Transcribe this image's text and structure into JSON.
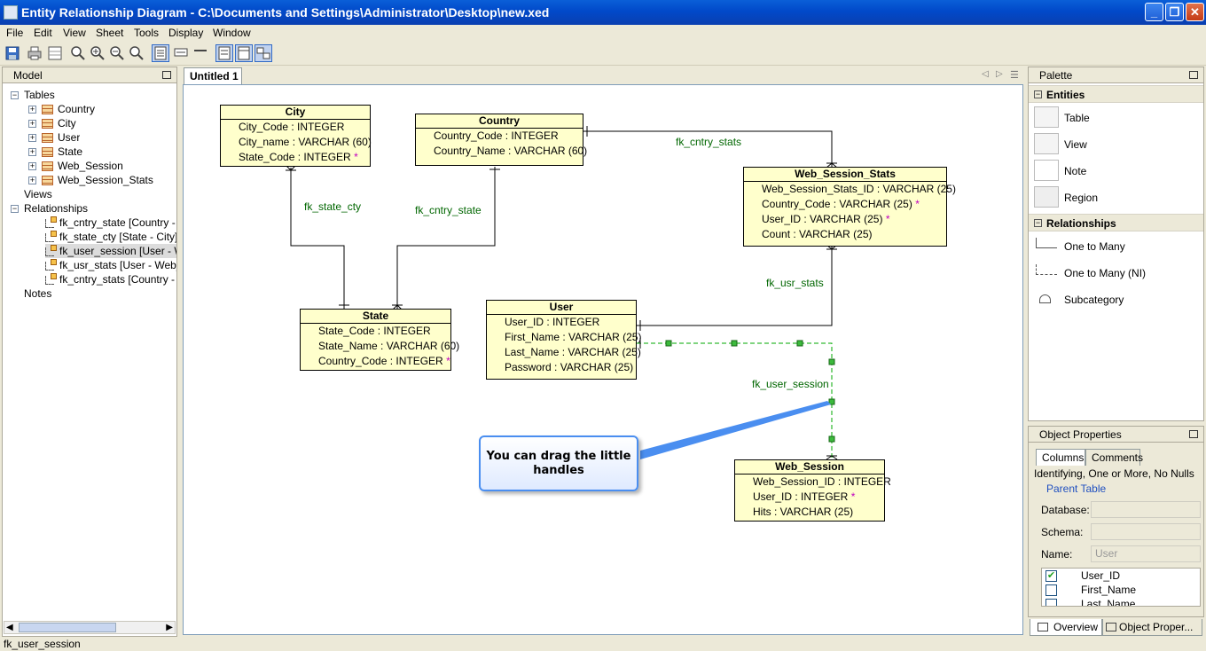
{
  "window": {
    "title": "Entity Relationship Diagram - C:\\Documents and Settings\\Administrator\\Desktop\\new.xed",
    "minimize": "_",
    "maximize": "❐",
    "close": "✕"
  },
  "menu": [
    "File",
    "Edit",
    "View",
    "Sheet",
    "Tools",
    "Display",
    "Window"
  ],
  "model_panel": {
    "title": "Model",
    "tables_label": "Tables",
    "tables": [
      "Country",
      "City",
      "User",
      "State",
      "Web_Session",
      "Web_Session_Stats"
    ],
    "views_label": "Views",
    "relationships_label": "Relationships",
    "relationships": [
      "fk_cntry_state [Country - St",
      "fk_state_cty [State - City]",
      "fk_user_session [User - Web",
      "fk_usr_stats [User - Web_Se",
      "fk_cntry_stats [Country - W"
    ],
    "notes_label": "Notes"
  },
  "editor": {
    "tab": "Untitled 1"
  },
  "entities": {
    "city": {
      "name": "City",
      "rows": [
        "City_Code : INTEGER",
        "City_name : VARCHAR (60)",
        "State_Code : INTEGER"
      ]
    },
    "country": {
      "name": "Country",
      "rows": [
        "Country_Code : INTEGER",
        "Country_Name : VARCHAR (60)"
      ]
    },
    "wss": {
      "name": "Web_Session_Stats",
      "rows": [
        "Web_Session_Stats_ID : VARCHAR (25)",
        "Country_Code : VARCHAR (25)",
        "User_ID : VARCHAR (25)",
        "Count : VARCHAR (25)"
      ]
    },
    "state": {
      "name": "State",
      "rows": [
        "State_Code : INTEGER",
        "State_Name : VARCHAR (60)",
        "Country_Code : INTEGER"
      ]
    },
    "user": {
      "name": "User",
      "rows": [
        "User_ID : INTEGER",
        "First_Name : VARCHAR (25)",
        "Last_Name : VARCHAR (25)",
        "Password : VARCHAR (25)"
      ]
    },
    "ws": {
      "name": "Web_Session",
      "rows": [
        "Web_Session_ID : INTEGER",
        "User_ID : INTEGER",
        "Hits : VARCHAR (25)"
      ]
    }
  },
  "fk_marker": "*",
  "relationships": {
    "fk_state_cty": "fk_state_cty",
    "fk_cntry_state": "fk_cntry_state",
    "fk_cntry_stats": "fk_cntry_stats",
    "fk_usr_stats": "fk_usr_stats",
    "fk_user_session": "fk_user_session"
  },
  "callout": "You can drag the little handles",
  "palette": {
    "title": "Palette",
    "entities_group": "Entities",
    "entities": [
      "Table",
      "View",
      "Note",
      "Region"
    ],
    "relationships_group": "Relationships",
    "relationships": [
      "One to Many",
      "One to Many (NI)",
      "Subcategory"
    ]
  },
  "object_properties": {
    "title": "Object Properties",
    "tabs": [
      "Columns",
      "Comments"
    ],
    "summary": "Identifying, One or More, No Nulls",
    "parent_table": "Parent Table",
    "database_label": "Database:",
    "schema_label": "Schema:",
    "name_label": "Name:",
    "name_value": "User",
    "columns": [
      {
        "name": "User_ID",
        "checked": true
      },
      {
        "name": "First_Name",
        "checked": false
      },
      {
        "name": "Last_Name",
        "checked": false
      }
    ]
  },
  "bottom_tabs": [
    "Overview",
    "Object Proper..."
  ],
  "status": "fk_user_session",
  "colors": {
    "relationship_label": "#006600",
    "entity_fill": "#ffffcc",
    "selection": "#00aa00"
  }
}
